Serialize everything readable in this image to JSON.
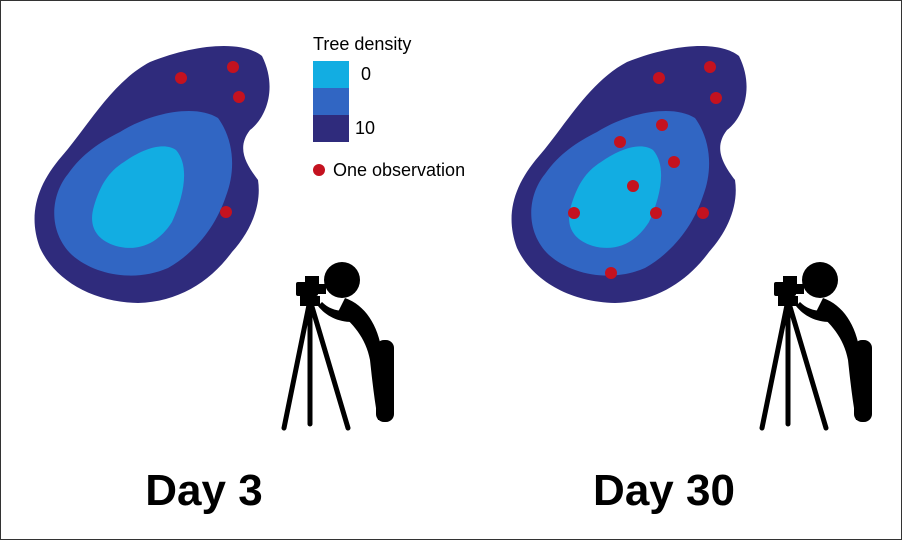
{
  "legend": {
    "title": "Tree density",
    "low_label": "0",
    "high_label": "10",
    "observation_label": "One observation"
  },
  "colors": {
    "density_high": "#2f2b7c",
    "density_mid": "#3166c3",
    "density_low": "#12ade2",
    "observation": "#c4121f",
    "photographer": "#000000",
    "frame": "#333333"
  },
  "panels": [
    {
      "label": "Day 3",
      "observations": 4
    },
    {
      "label": "Day 30",
      "observations": 11
    }
  ]
}
